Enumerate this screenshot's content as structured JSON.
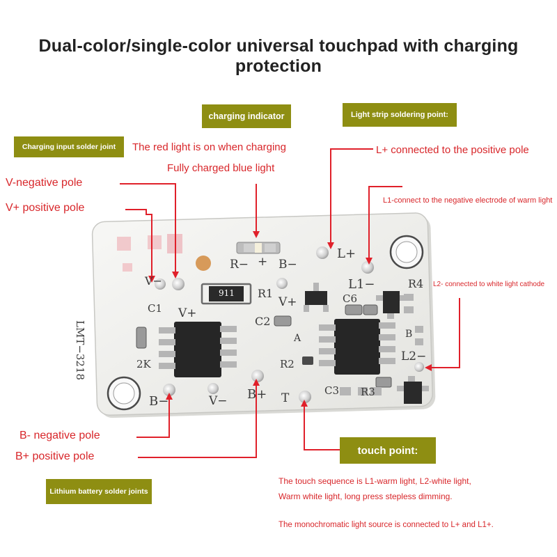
{
  "title": "Dual-color/single-color universal touchpad with charging protection",
  "boxes": {
    "charging_indicator": "charging indicator",
    "light_strip": "Light strip soldering point:",
    "charging_input": "Charging input solder joint",
    "touch_point": "touch point:",
    "lithium": "Lithium battery solder joints"
  },
  "captions": {
    "red_light": "The red light is on when charging",
    "blue_light": "Fully charged blue light",
    "l_plus": "L+ connected to the positive pole",
    "l1": "L1-connect to the negative electrode of warm light",
    "l2": "L2- connected to white light cathode",
    "v_neg": "V-negative pole",
    "v_pos": "V+ positive pole",
    "b_neg": "B- negative pole",
    "b_pos": "B+ positive pole",
    "touch_line1": "The touch sequence is L1-warm light, L2-white light,",
    "touch_line2": "Warm white light, long press stepless dimming.",
    "mono": "The monochromatic light source is connected to L+ and L1+."
  },
  "board_labels": {
    "r_minus": "R−",
    "plus": "+",
    "b_minus_top": "B−",
    "l_plus": "L+",
    "l1": "L1−",
    "r4": "R4",
    "v_minus": "V−",
    "c1": "C1",
    "v_plus_left": "V+",
    "r1": "R1",
    "chip_911": "911",
    "v_plus_mid": "V+",
    "c6": "C6",
    "c2": "C2",
    "a": "A",
    "b": "B",
    "r2": "R2",
    "l2": "L2−",
    "c3": "C3",
    "r3": "R3",
    "lmt": "LMT−3218",
    "two_k": "2K",
    "b_minus": "B−",
    "v_minus_bottom": "V−",
    "b_plus": "B+",
    "t": "T"
  },
  "colors": {
    "box_background": "#8e8e12",
    "caption_red": "#d8262a",
    "board_white": "#f1f1ef"
  }
}
